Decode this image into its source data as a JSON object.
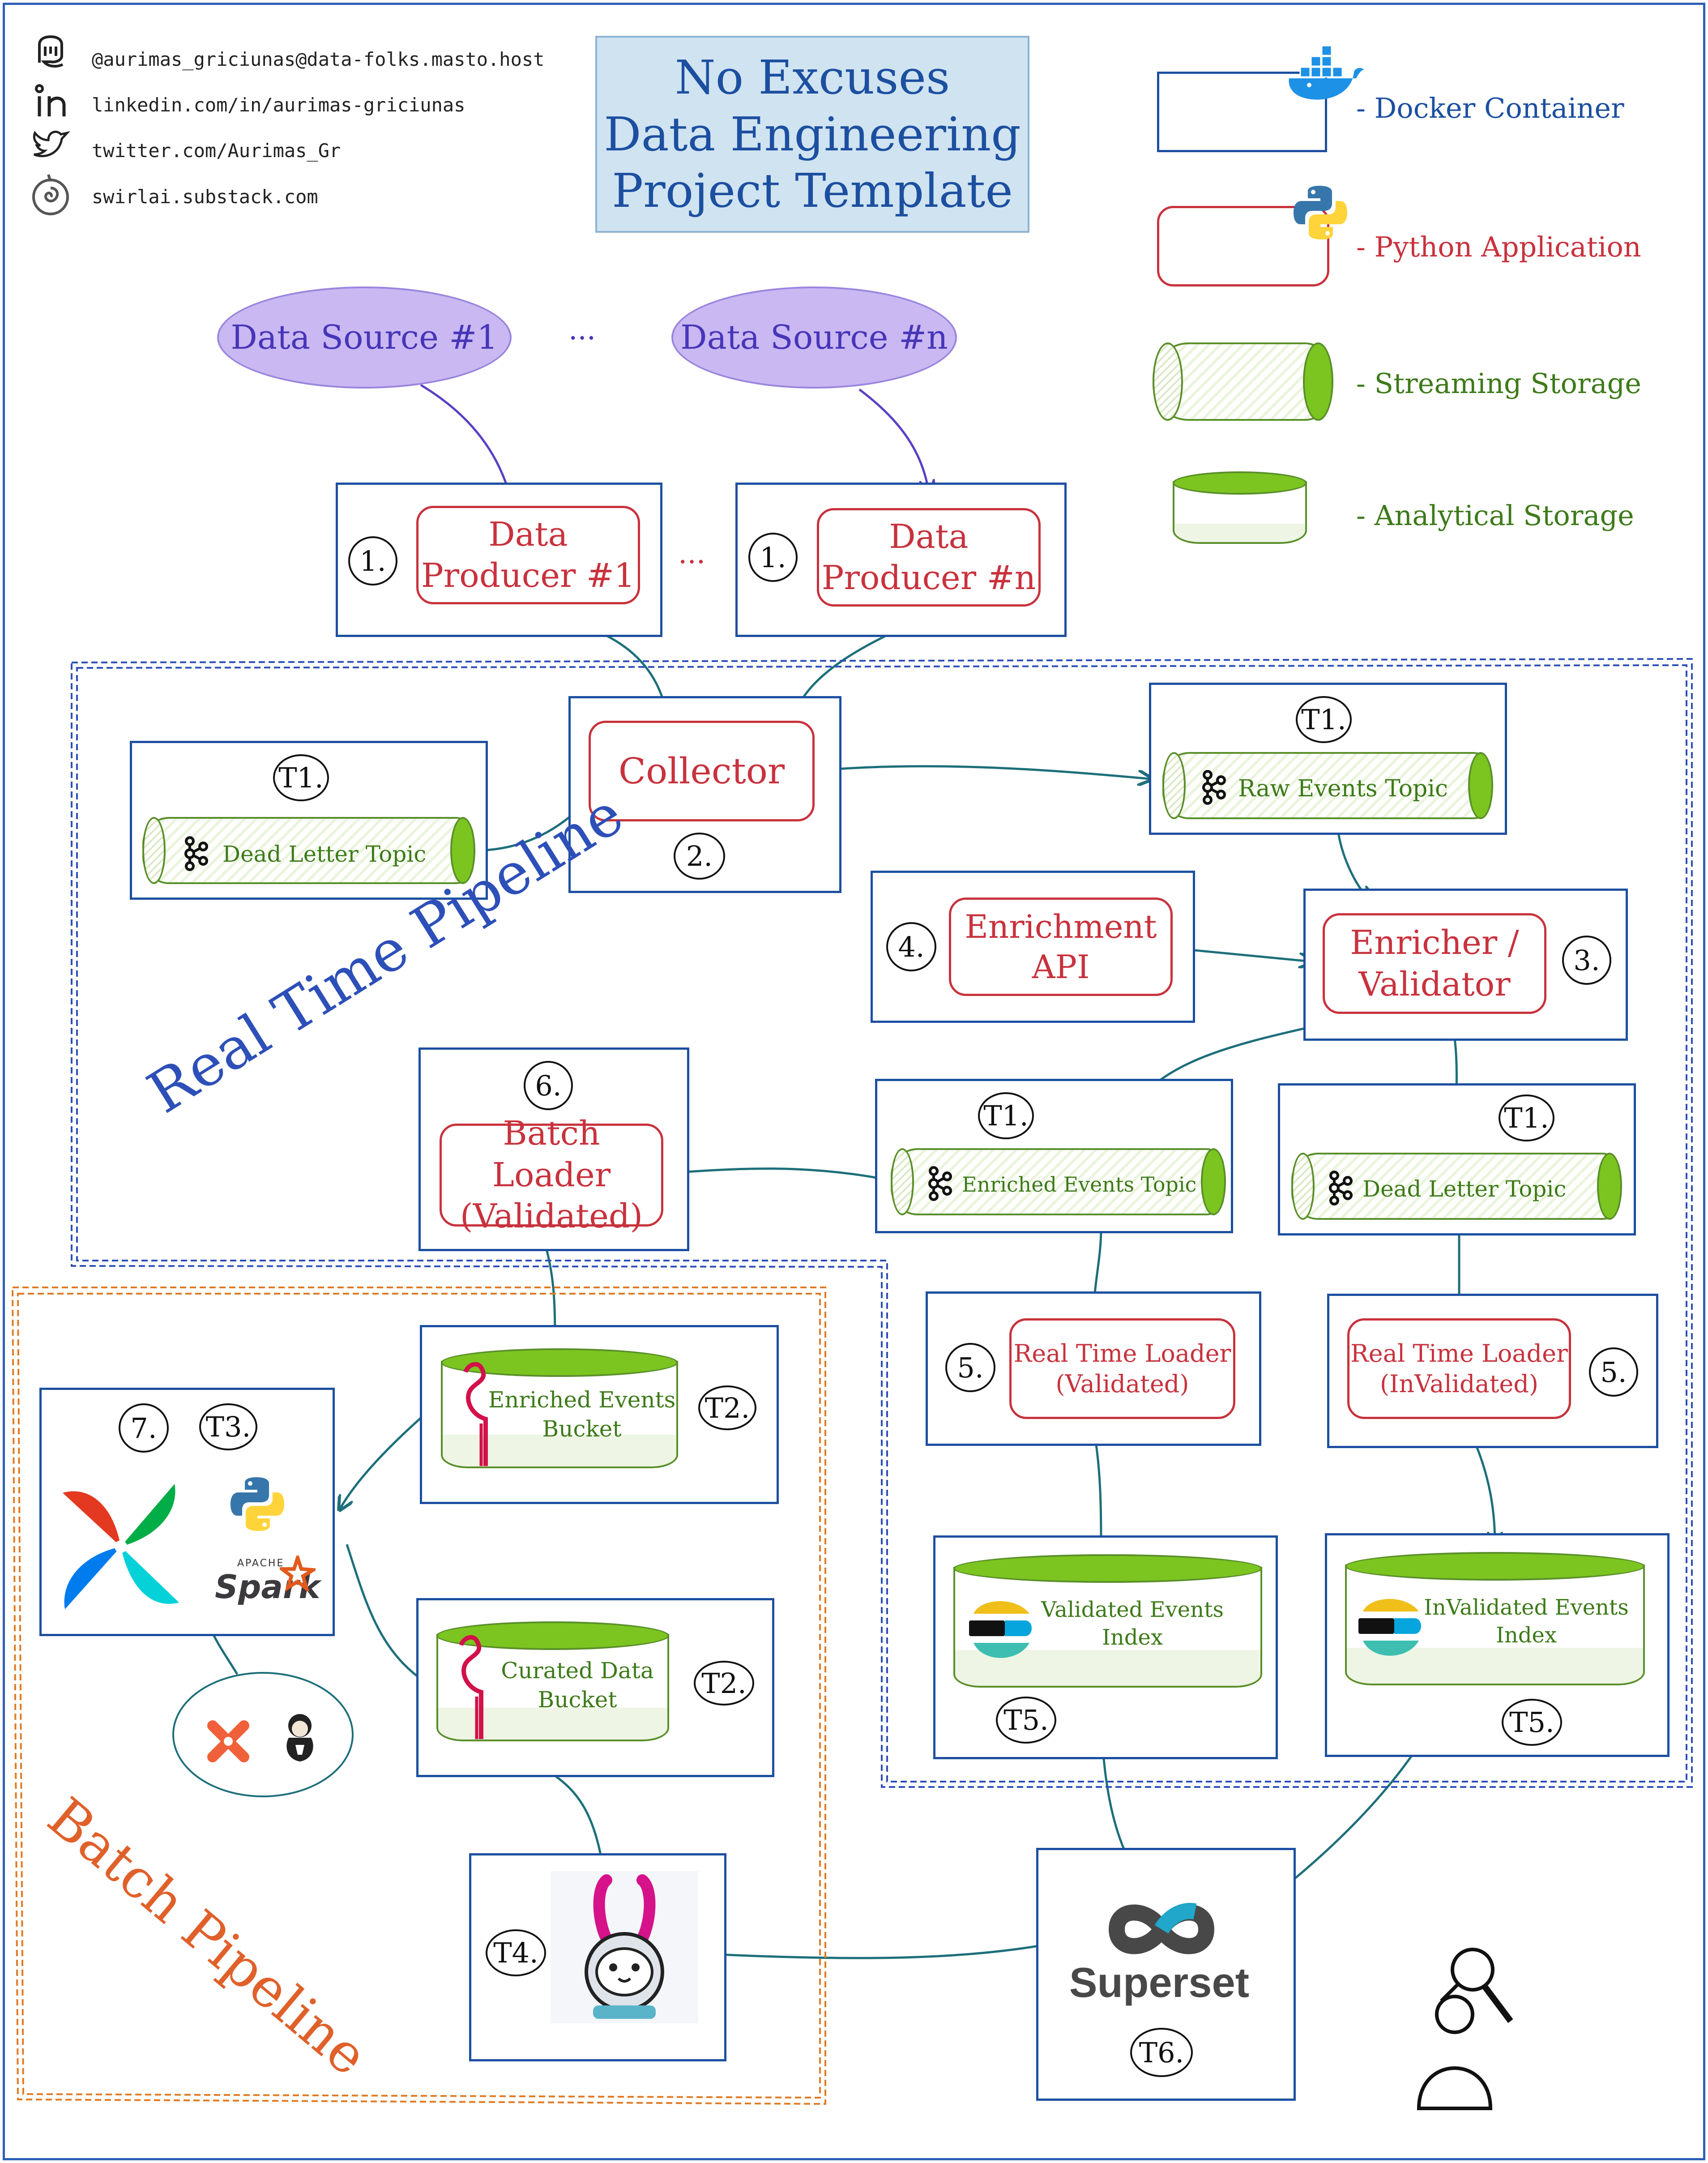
{
  "social": {
    "mastodon": "@aurimas_griciunas@data-folks.masto.host",
    "linkedin": "linkedin.com/in/aurimas-griciunas",
    "twitter": "twitter.com/Aurimas_Gr",
    "substack": "swirlai.substack.com"
  },
  "title": {
    "line1": "No Excuses",
    "line2": "Data Engineering",
    "line3": "Project Template"
  },
  "legend": {
    "docker": "- Docker Container",
    "python": "- Python Application",
    "streaming": "- Streaming Storage",
    "analytical": "- Analytical Storage"
  },
  "sources": {
    "source1": "Data Source #1",
    "ellipsis": "...",
    "sourceN": "Data Source #n"
  },
  "producers": {
    "producer1": "Data\nProducer #1",
    "ellipsis": "...",
    "producerN": "Data\nProducer #n",
    "badge": "1."
  },
  "sections": {
    "realtime": "Real Time Pipeline",
    "batch": "Batch Pipeline"
  },
  "components": {
    "collector": "Collector",
    "collector_badge": "2.",
    "enricher": "Enricher /\nValidator",
    "enricher_badge": "3.",
    "enrichment_api": "Enrichment\nAPI",
    "enrichment_badge": "4.",
    "batch_loader": "Batch Loader\n(Validated)",
    "batch_loader_badge": "6.",
    "rt_loader_valid": "Real Time Loader\n(Validated)",
    "rt_loader_invalid": "Real Time Loader\n(InValidated)",
    "rt_loader_badge": "5.",
    "orchestrator_badge": "7.",
    "orchestrator_tech": "T3."
  },
  "topics": {
    "raw": "Raw Events Topic",
    "dead_letter": "Dead Letter Topic",
    "enriched": "Enriched Events Topic",
    "dead_letter_2": "Dead Letter Topic",
    "badge": "T1."
  },
  "storage": {
    "enriched_bucket": "Enriched Events\nBucket",
    "curated_bucket": "Curated Data\nBucket",
    "bucket_badge": "T2.",
    "validated_index": "Validated Events\nIndex",
    "invalidated_index": "InValidated Events\nIndex",
    "index_badge": "T5.",
    "query_badge": "T4."
  },
  "superset": {
    "label": "Superset",
    "badge": "T6."
  },
  "spark": {
    "apache": "APACHE",
    "label": "Spark"
  },
  "colors": {
    "blue": "#1c4fa0",
    "red": "#c8323d",
    "green": "#7cc520",
    "purple": "#c9b8f2",
    "orange": "#e06b10",
    "teal": "#1d6f7a",
    "title_bg": "#cfe3f1"
  },
  "icons": [
    "mastodon-icon",
    "linkedin-icon",
    "twitter-icon",
    "substack-icon",
    "docker-icon",
    "python-icon",
    "kafka-icon",
    "flamingo-icon",
    "airflow-icon",
    "spark-icon",
    "elastic-icon",
    "trino-icon",
    "superset-icon",
    "user-search-icon"
  ]
}
